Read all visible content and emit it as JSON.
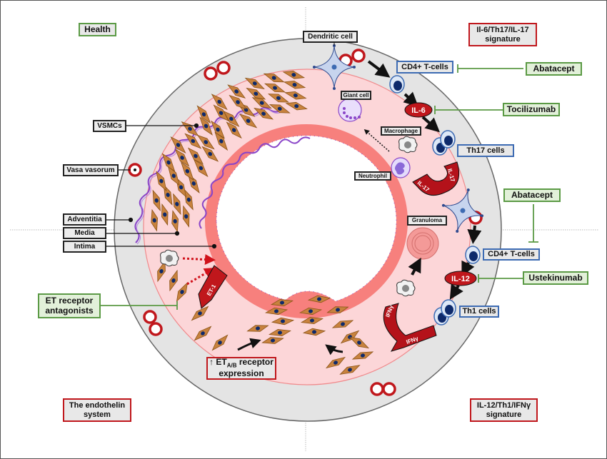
{
  "figure": {
    "quadrants": {
      "health": "Health",
      "il6_signature": "Il-6/Th17/IL-17 signature",
      "il12_signature": "IL-12/Th1/IFNγ signature",
      "endothelin_system": "The endothelin system"
    },
    "vessel_layers": {
      "vsmcs": "VSMCs",
      "vasa_vasorum": "Vasa vasorum",
      "adventitia": "Adventitia",
      "media": "Media",
      "intima": "Intima"
    },
    "cells": {
      "dendritic_cell": "Dendritic cell",
      "giant_cell": "Giant cell",
      "macrophage": "Macrophage",
      "neutrophil": "Neutrophil",
      "granuloma": "Granuloma",
      "cd4_tcells_top": "CD4+ T-cells",
      "th17_cells": "Th17 cells",
      "cd4_tcells_bottom": "CD4+ T-cells",
      "th1_cells": "Th1 cells"
    },
    "cytokines": {
      "il6": "IL-6",
      "il17": "IL-17",
      "il12": "IL-12",
      "ifng": "IFNγ",
      "et1": "ET-1"
    },
    "drugs": {
      "abatacept_top": "Abatacept",
      "tocilizumab": "Tocilizumab",
      "abatacept_right": "Abatacept",
      "ustekinumab": "Ustekinumab",
      "et_antagonists_line1": "ET receptor",
      "et_antagonists_line2": "antagonists"
    },
    "et_expression": {
      "arrow": "↑",
      "et": "ET",
      "subscript": "A/B",
      "rest": " receptor",
      "line2": "expression"
    },
    "colors": {
      "adventitia": "#e4e4e4",
      "media": "#fcd6d8",
      "intima": "#f7807d",
      "vsmc": "#c8823e",
      "nucleus": "#0e2a6b",
      "elastic_lamina": "#8a45c8",
      "cytokine_red": "#c0171c",
      "drug_green": "#5b9a45",
      "tcell_blue": "#3d6bb3"
    }
  }
}
